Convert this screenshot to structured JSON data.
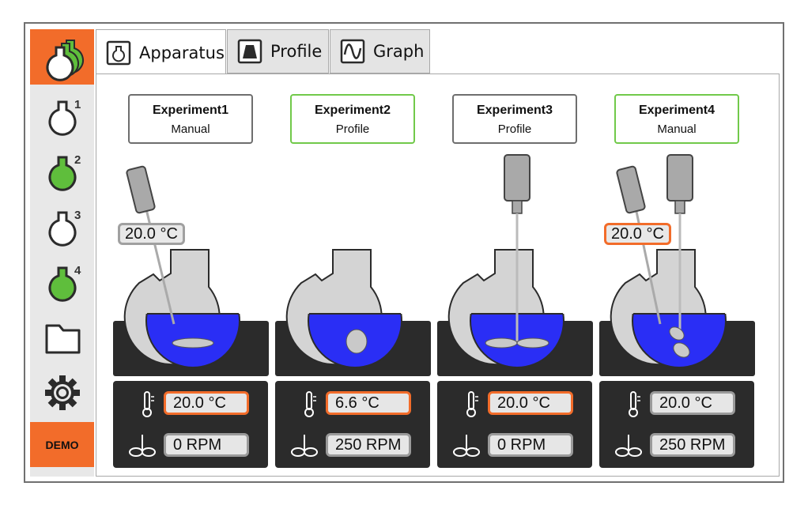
{
  "sidebar": {
    "items": [
      {
        "name": "flask-stack-icon"
      },
      {
        "num": "1",
        "status": "idle"
      },
      {
        "num": "2",
        "status": "active"
      },
      {
        "num": "3",
        "status": "idle"
      },
      {
        "num": "4",
        "status": "active"
      }
    ],
    "demo_label": "DEMO"
  },
  "tabs": [
    {
      "label": "Apparatus",
      "active": true
    },
    {
      "label": "Profile",
      "active": false
    },
    {
      "label": "Graph",
      "active": false
    }
  ],
  "experiments": [
    {
      "name": "Experiment1",
      "mode": "Manual",
      "temp": "20.0 °C",
      "rpm": "0 RPM",
      "probe_temp": "20.0 °C"
    },
    {
      "name": "Experiment2",
      "mode": "Profile",
      "temp": "6.6 °C",
      "rpm": "250 RPM",
      "probe_temp": ""
    },
    {
      "name": "Experiment3",
      "mode": "Profile",
      "temp": "20.0 °C",
      "rpm": "0 RPM",
      "probe_temp": ""
    },
    {
      "name": "Experiment4",
      "mode": "Manual",
      "temp": "20.0 °C",
      "rpm": "250 RPM",
      "probe_temp": "20.0 °C"
    }
  ],
  "colors": {
    "accent": "#f26c2a",
    "active_green": "#5fbe3c",
    "liquid": "#2a2ef5",
    "dark": "#2b2b2b"
  }
}
